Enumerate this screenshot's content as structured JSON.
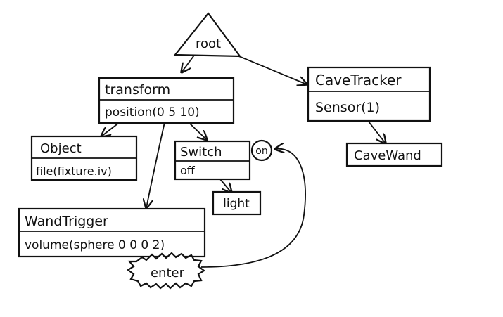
{
  "diagram": {
    "root": {
      "label": "root"
    },
    "transform": {
      "title": "transform",
      "field": "position(0 5 10)"
    },
    "cave_tracker": {
      "title": "CaveTracker",
      "field": "Sensor(1)"
    },
    "cave_wand": {
      "label": "CaveWand"
    },
    "object": {
      "title": "Object",
      "field": "file(fixture.iv)"
    },
    "switch": {
      "title": "Switch",
      "field": "off",
      "state_label": "on"
    },
    "light": {
      "label": "light"
    },
    "wand_trigger": {
      "title": "WandTrigger",
      "field": "volume(sphere 0 0 0 2)"
    },
    "enter_event": {
      "label": "enter"
    }
  },
  "style": {
    "ink": "#111111",
    "paper": "#ffffff"
  }
}
